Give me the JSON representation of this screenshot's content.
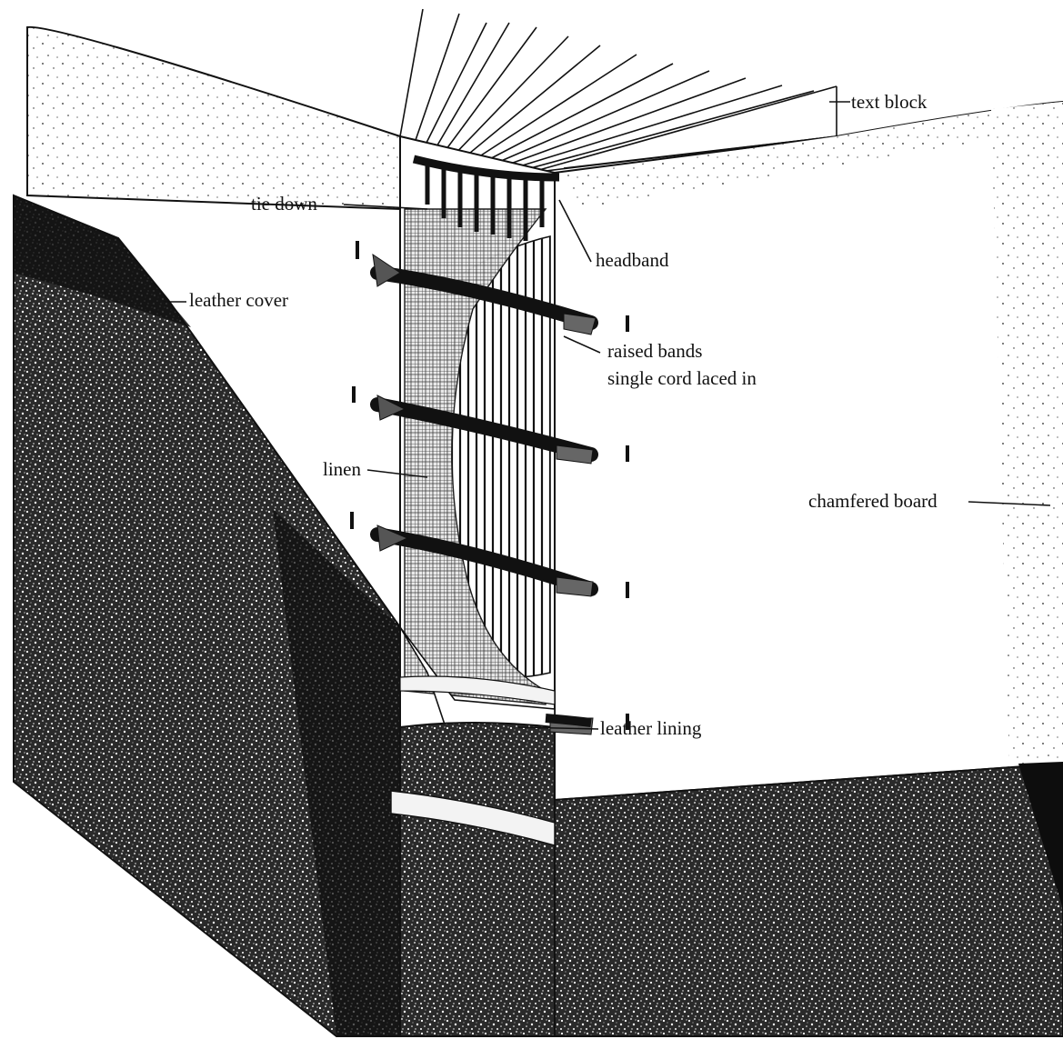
{
  "diagram": {
    "labels": {
      "text_block": "text block",
      "tie_down": "tie down",
      "headband": "headband",
      "leather_cover": "leather cover",
      "raised_bands": "raised bands",
      "single_cord": "single cord laced in",
      "linen": "linen",
      "chamfered_board": "chamfered board",
      "leather_lining": "leather lining"
    },
    "colors": {
      "ink": "#111111",
      "paper": "#ffffff",
      "leather": "#1a1a1a"
    }
  }
}
